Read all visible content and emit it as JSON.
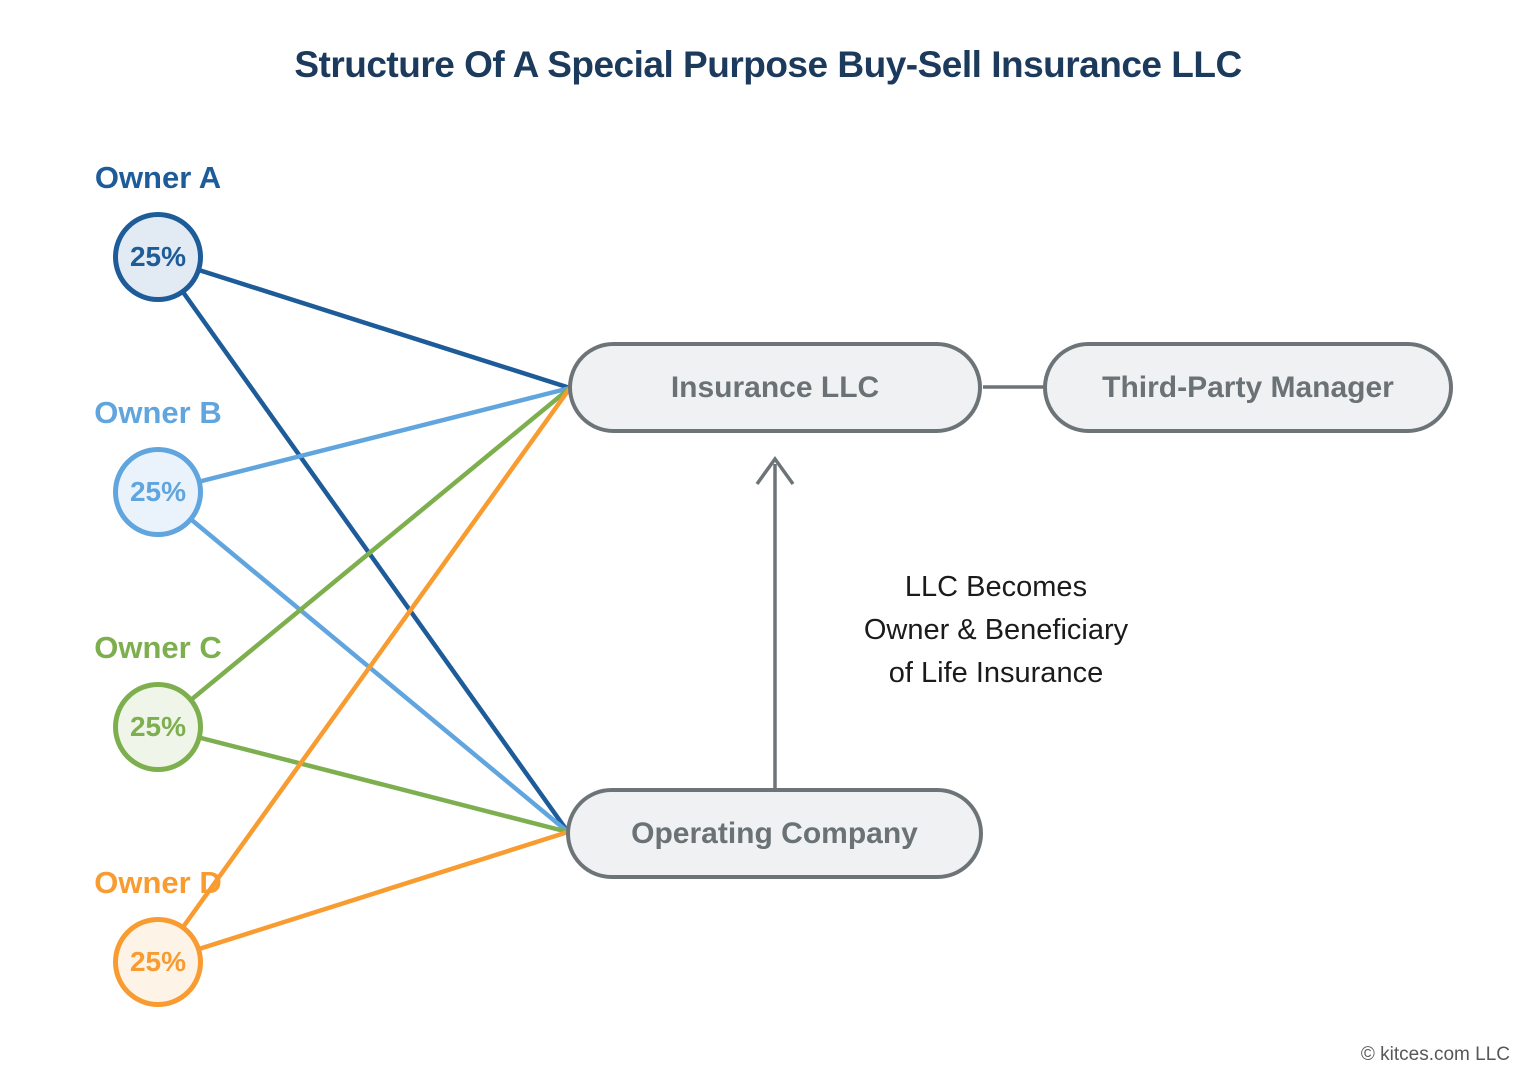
{
  "title": "Structure Of A Special Purpose Buy-Sell Insurance LLC",
  "owners": [
    {
      "label": "Owner A",
      "share": "25%",
      "color": "#1d5c99",
      "fill": "#e2eaf4"
    },
    {
      "label": "Owner B",
      "share": "25%",
      "color": "#61a5de",
      "fill": "#eaf3fb"
    },
    {
      "label": "Owner C",
      "share": "25%",
      "color": "#7daf4f",
      "fill": "#eff5e8"
    },
    {
      "label": "Owner D",
      "share": "25%",
      "color": "#f89c31",
      "fill": "#fdf3e6"
    }
  ],
  "nodes": {
    "insurance_llc": "Insurance LLC",
    "third_party_manager": "Third-Party Manager",
    "operating_company": "Operating Company"
  },
  "annotation": {
    "lines": [
      "LLC Becomes",
      "Owner & Beneficiary",
      "of Life Insurance"
    ]
  },
  "footer": "© kitces.com LLC",
  "palette": {
    "title_navy": "#1b3a5c",
    "box_border_gray": "#6d7478",
    "box_fill_gray": "#f0f1f2",
    "box_text_gray": "#6a7275",
    "annotation_text": "#1b1b1b",
    "footer_gray": "#57585a"
  }
}
